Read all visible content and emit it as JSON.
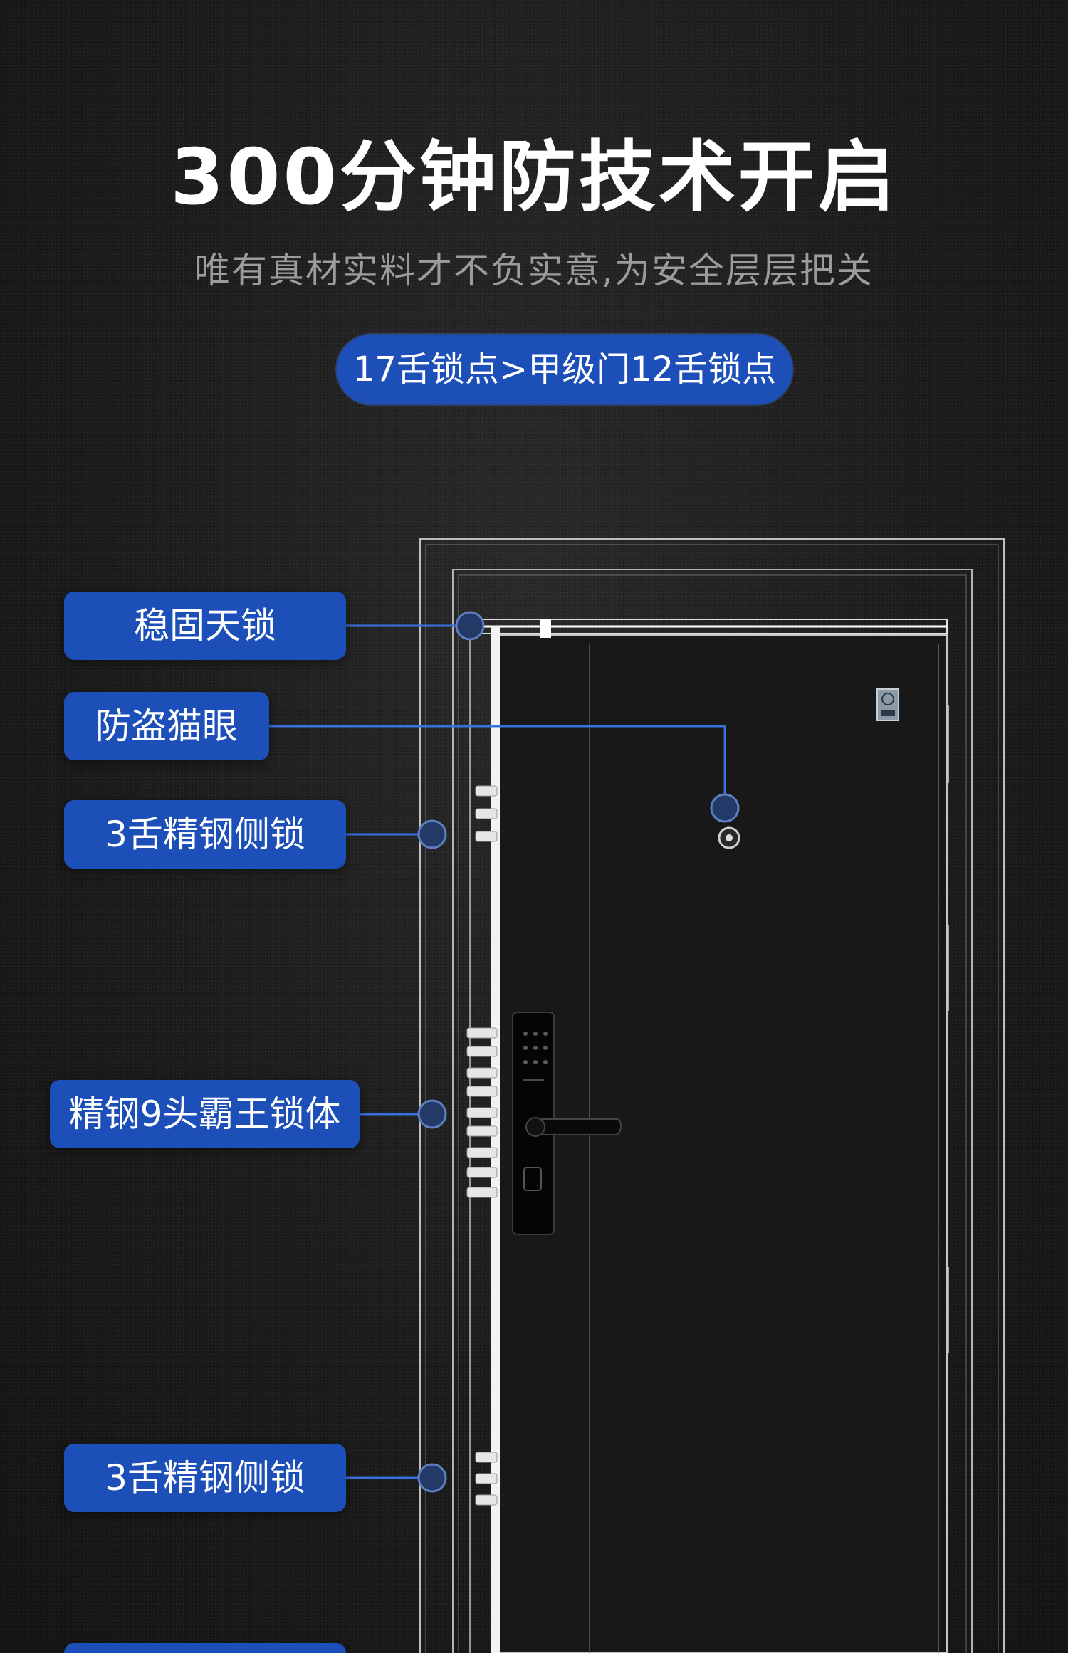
{
  "header": {
    "title": "300分钟防技术开启",
    "subtitle": "唯有真材实料才不负实意,为安全层层把关",
    "badge": "17舌锁点>甲级门12舌锁点"
  },
  "callouts": [
    {
      "id": "top-lock",
      "label": "稳固天锁"
    },
    {
      "id": "peephole",
      "label": "防盗猫眼"
    },
    {
      "id": "side-lock-upper",
      "label": "3舌精钢侧锁"
    },
    {
      "id": "main-lock",
      "label": "精钢9头霸王锁体"
    },
    {
      "id": "side-lock-lower",
      "label": "3舌精钢侧锁"
    }
  ],
  "colors": {
    "accent": "#1d4fb8",
    "line": "#3a6fe0",
    "background": "#1c1c1c",
    "title": "#ffffff",
    "subtitle": "#9c9c9c"
  }
}
